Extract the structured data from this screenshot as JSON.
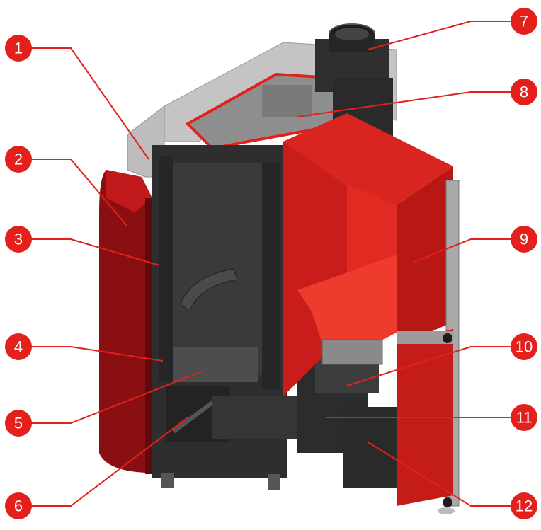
{
  "colors": {
    "accent_red": "#e3201b",
    "dark_red": "#7a0d10",
    "hopper_red": "#d9251f",
    "body_dark": "#2b2b2b",
    "body_mid": "#3a3a3a",
    "glass_grey": "#b9b9b9",
    "leader_line": "#e3201b",
    "badge_text": "#ffffff"
  },
  "callouts": [
    {
      "number": "1",
      "icon": "callout-badge"
    },
    {
      "number": "2",
      "icon": "callout-badge"
    },
    {
      "number": "3",
      "icon": "callout-badge"
    },
    {
      "number": "4",
      "icon": "callout-badge"
    },
    {
      "number": "5",
      "icon": "callout-badge"
    },
    {
      "number": "6",
      "icon": "callout-badge"
    },
    {
      "number": "7",
      "icon": "callout-badge"
    },
    {
      "number": "8",
      "icon": "callout-badge"
    },
    {
      "number": "9",
      "icon": "callout-badge"
    },
    {
      "number": "10",
      "icon": "callout-badge"
    },
    {
      "number": "11",
      "icon": "callout-badge"
    },
    {
      "number": "12",
      "icon": "callout-badge"
    }
  ]
}
